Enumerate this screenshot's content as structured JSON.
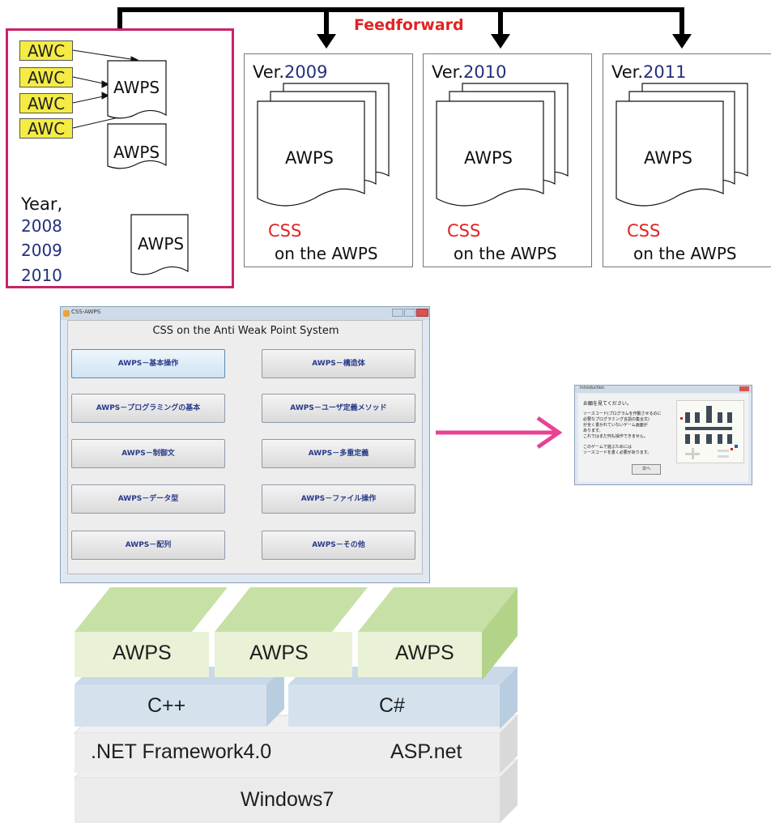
{
  "feedforward": "Feedforward",
  "left_panel": {
    "awc_labels": [
      "AWC",
      "AWC",
      "AWC",
      "AWC"
    ],
    "docs": [
      "AWPS",
      "AWPS",
      "AWPS"
    ],
    "year_label": "Year,",
    "years": [
      "2008",
      "2009",
      "2010"
    ]
  },
  "versions": [
    {
      "prefix": "Ver.",
      "year": "2009",
      "doc": "AWPS",
      "css": "CSS",
      "on": "on the AWPS"
    },
    {
      "prefix": "Ver.",
      "year": "2010",
      "doc": "AWPS",
      "css": "CSS",
      "on": "on the AWPS"
    },
    {
      "prefix": "Ver.",
      "year": "2011",
      "doc": "AWPS",
      "css": "CSS",
      "on": "on the AWPS"
    }
  ],
  "window": {
    "title": "CSS-AWPS",
    "heading": "CSS on the Anti Weak Point System",
    "buttons_left": [
      "AWPS－基本操作",
      "AWPS－プログラミングの基本",
      "AWPS－制御文",
      "AWPS－データ型",
      "AWPS－配列"
    ],
    "buttons_right": [
      "AWPS－構造体",
      "AWPS－ユーザ定義メソッド",
      "AWPS－多重定義",
      "AWPS－ファイル操作",
      "AWPS－その他"
    ]
  },
  "intro_window": {
    "title": "Introduction",
    "lines": [
      "お願を見てください。",
      "ソースコード(プログラムを作動させるのに",
      "必要なプログラミング言語の集合文)",
      "が全く書かれていないゲーム画面が",
      "あります。",
      "これではまだ何も操作できません。",
      "このゲームで遊ぶためには",
      "ソースコードを書く必要があります。"
    ],
    "button": "次へ"
  },
  "stack": {
    "awps": [
      "AWPS",
      "AWPS",
      "AWPS"
    ],
    "lang": [
      "C++",
      "C#"
    ],
    "framework": [
      ".NET Framework4.0",
      "ASP.net"
    ],
    "os": "Windows7"
  },
  "colors": {
    "arrow_pink": "#e84393",
    "frame_pink": "#c8246a",
    "feed_red": "#e02424",
    "awc_yellow": "#f4ec45",
    "year_blue": "#23307c",
    "layer_green_top": "#c7e0a6",
    "layer_green_front": "#e9f2d6",
    "layer_blue": "#d5e2ee",
    "layer_grey": "#e8e8e8"
  }
}
